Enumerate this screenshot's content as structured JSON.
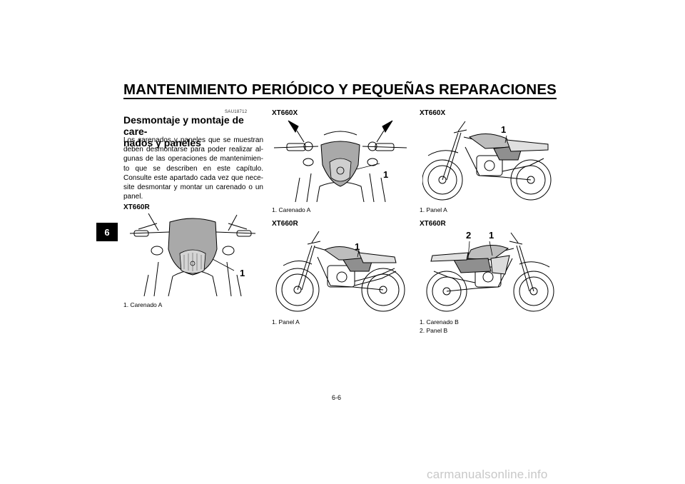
{
  "header": {
    "title": "MANTENIMIENTO PERIÓDICO Y PEQUEÑAS REPARACIONES"
  },
  "chapter_tab": "6",
  "section": {
    "code": "SAU18712",
    "title_line1": "Desmontaje y montaje de care-",
    "title_line2": "nados y paneles",
    "body_lines": [
      "Los carenados y paneles que se muestran",
      "deben desmontarse para poder realizar al-",
      "gunas de las operaciones de mantenimien-",
      "to que se describen en este capítulo.",
      "Consulte este apartado cada vez que nece-",
      "site desmontar y montar un carenado o un",
      "panel."
    ]
  },
  "figures": {
    "xt660r_front": {
      "model": "XT660R",
      "callouts": [
        "1"
      ],
      "captions": [
        "1.  Carenado A"
      ]
    },
    "xt660x_front": {
      "model": "XT660X",
      "callouts": [
        "1"
      ],
      "captions": [
        "1.  Carenado A"
      ]
    },
    "xt660r_left": {
      "model": "XT660R",
      "callouts": [
        "1"
      ],
      "captions": [
        "1.  Panel A"
      ]
    },
    "xt660x_left": {
      "model": "XT660X",
      "callouts": [
        "1"
      ],
      "captions": [
        "1.  Panel A"
      ]
    },
    "xt660r_right": {
      "model": "XT660R",
      "callouts": [
        "2",
        "1"
      ],
      "captions": [
        "1.  Carenado B",
        "2.  Panel B"
      ]
    }
  },
  "page_number": "6-6",
  "watermark": "carmanualsonline.info"
}
